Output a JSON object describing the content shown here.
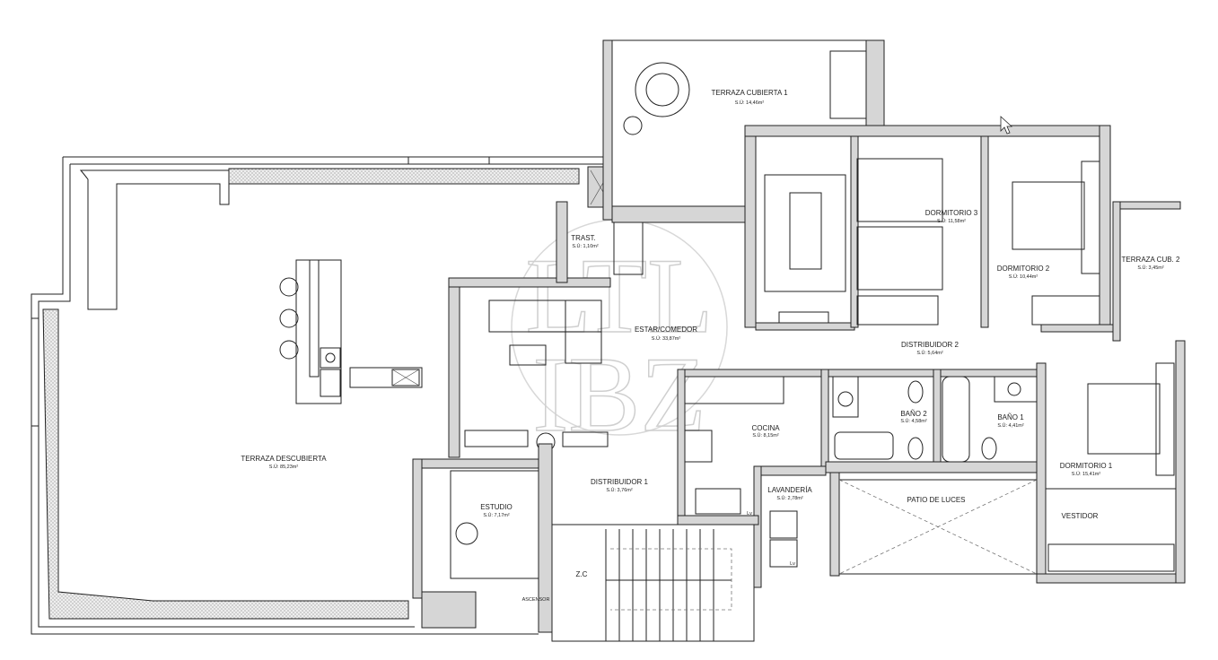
{
  "watermark": {
    "line1": "LTL",
    "line2": "IBZ"
  },
  "rooms": {
    "terraza_cubierta_1": {
      "name": "TERRAZA CUBIERTA 1",
      "area": "S.Ú: 14,46m²"
    },
    "trastero": {
      "name": "TRAST.",
      "area": "S.Ú: 1,10m²"
    },
    "dormitorio_3": {
      "name": "DORMITORIO 3",
      "area": "S.Ú: 11,58m²"
    },
    "dormitorio_2": {
      "name": "DORMITORIO 2",
      "area": "S.Ú: 10,44m²"
    },
    "terraza_cub_2": {
      "name": "TERRAZA CUB. 2",
      "area": "S.Ú: 3,45m²"
    },
    "estar_comedor": {
      "name": "ESTAR/COMEDOR",
      "area": "S.Ú: 33,87m²"
    },
    "distribuidor_2": {
      "name": "DISTRIBUIDOR 2",
      "area": "S.Ú: 5,64m²"
    },
    "bano_2": {
      "name": "BAÑO 2",
      "area": "S.Ú: 4,58m²"
    },
    "bano_1": {
      "name": "BAÑO 1",
      "area": "S.Ú: 4,41m²"
    },
    "cocina": {
      "name": "COCINA",
      "area": "S.Ú: 8,15m²"
    },
    "lavanderia": {
      "name": "LAVANDERÍA",
      "area": "S.Ú: 2,78m²"
    },
    "distribuidor_1": {
      "name": "DISTRIBUIDOR 1",
      "area": "S.Ú: 3,76m²"
    },
    "estudio": {
      "name": "ESTUDIO",
      "area": "S.Ú: 7,17m²"
    },
    "terraza_descubierta": {
      "name": "TERRAZA DESCUBIERTA",
      "area": "S.Ú: 85,23m²"
    },
    "dormitorio_1": {
      "name": "DORMITORIO 1",
      "area": "S.Ú: 15,41m²"
    },
    "vestidor": {
      "name": "VESTIDOR"
    },
    "patio_de_luces": {
      "name": "PATIO DE LUCES"
    },
    "zc": {
      "name": "Z.C"
    },
    "ascensor": {
      "name": "ASCENSOR"
    }
  },
  "appliance_labels": {
    "lv1": "Lv",
    "lv2": "Lv"
  }
}
